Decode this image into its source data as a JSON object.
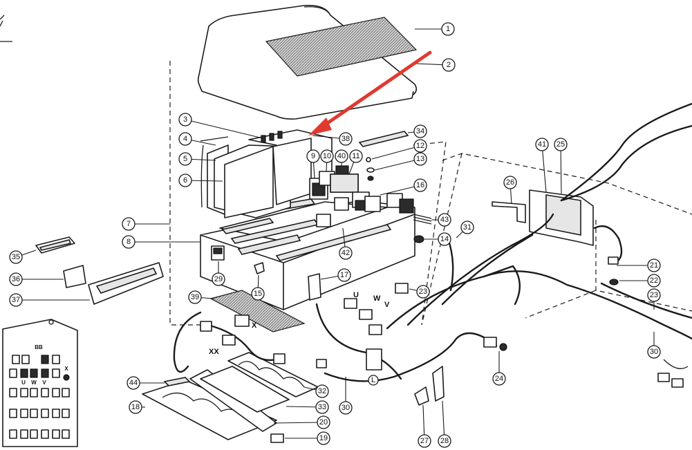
{
  "colors": {
    "arrow": "#e03a2f",
    "highlight_fill": "#a9b435",
    "ink": "#1a1a1a"
  },
  "arrow": {
    "points_to": "38"
  },
  "markings": {
    "x_label": "X",
    "xx_label": "XX",
    "l_label": "L",
    "terminal_labels": [
      "U",
      "W",
      "V"
    ],
    "inset_labels": [
      "BB",
      "U",
      "W",
      "V",
      "X"
    ]
  },
  "callouts": [
    {
      "id": "c1",
      "label": "1"
    },
    {
      "id": "c2",
      "label": "2"
    },
    {
      "id": "c3",
      "label": "3"
    },
    {
      "id": "c4",
      "label": "4"
    },
    {
      "id": "c5",
      "label": "5"
    },
    {
      "id": "c6",
      "label": "6"
    },
    {
      "id": "c7",
      "label": "7"
    },
    {
      "id": "c8",
      "label": "8"
    },
    {
      "id": "c9",
      "label": "9"
    },
    {
      "id": "c10",
      "label": "10"
    },
    {
      "id": "c11",
      "label": "11"
    },
    {
      "id": "c12",
      "label": "12"
    },
    {
      "id": "c13",
      "label": "13"
    },
    {
      "id": "c14",
      "label": "14"
    },
    {
      "id": "c15",
      "label": "15"
    },
    {
      "id": "c16",
      "label": "16"
    },
    {
      "id": "c17",
      "label": "17"
    },
    {
      "id": "c18",
      "label": "18"
    },
    {
      "id": "c19",
      "label": "19"
    },
    {
      "id": "c20",
      "label": "20"
    },
    {
      "id": "c21",
      "label": "21"
    },
    {
      "id": "c22",
      "label": "22"
    },
    {
      "id": "c23a",
      "label": "23"
    },
    {
      "id": "c23b",
      "label": "23"
    },
    {
      "id": "c24",
      "label": "24"
    },
    {
      "id": "c25",
      "label": "25"
    },
    {
      "id": "c26",
      "label": "26"
    },
    {
      "id": "c27",
      "label": "27"
    },
    {
      "id": "c28",
      "label": "28"
    },
    {
      "id": "c29",
      "label": "29"
    },
    {
      "id": "c30a",
      "label": "30"
    },
    {
      "id": "c30b",
      "label": "30"
    },
    {
      "id": "c31",
      "label": "31"
    },
    {
      "id": "c32",
      "label": "32"
    },
    {
      "id": "c33",
      "label": "33"
    },
    {
      "id": "c34",
      "label": "34"
    },
    {
      "id": "c35",
      "label": "35"
    },
    {
      "id": "c36",
      "label": "36"
    },
    {
      "id": "c37",
      "label": "37"
    },
    {
      "id": "c38",
      "label": "38",
      "highlight": true
    },
    {
      "id": "c39",
      "label": "39"
    },
    {
      "id": "c40",
      "label": "40"
    },
    {
      "id": "c41",
      "label": "41"
    },
    {
      "id": "c42",
      "label": "42"
    },
    {
      "id": "c43",
      "label": "43"
    },
    {
      "id": "c44",
      "label": "44"
    }
  ]
}
